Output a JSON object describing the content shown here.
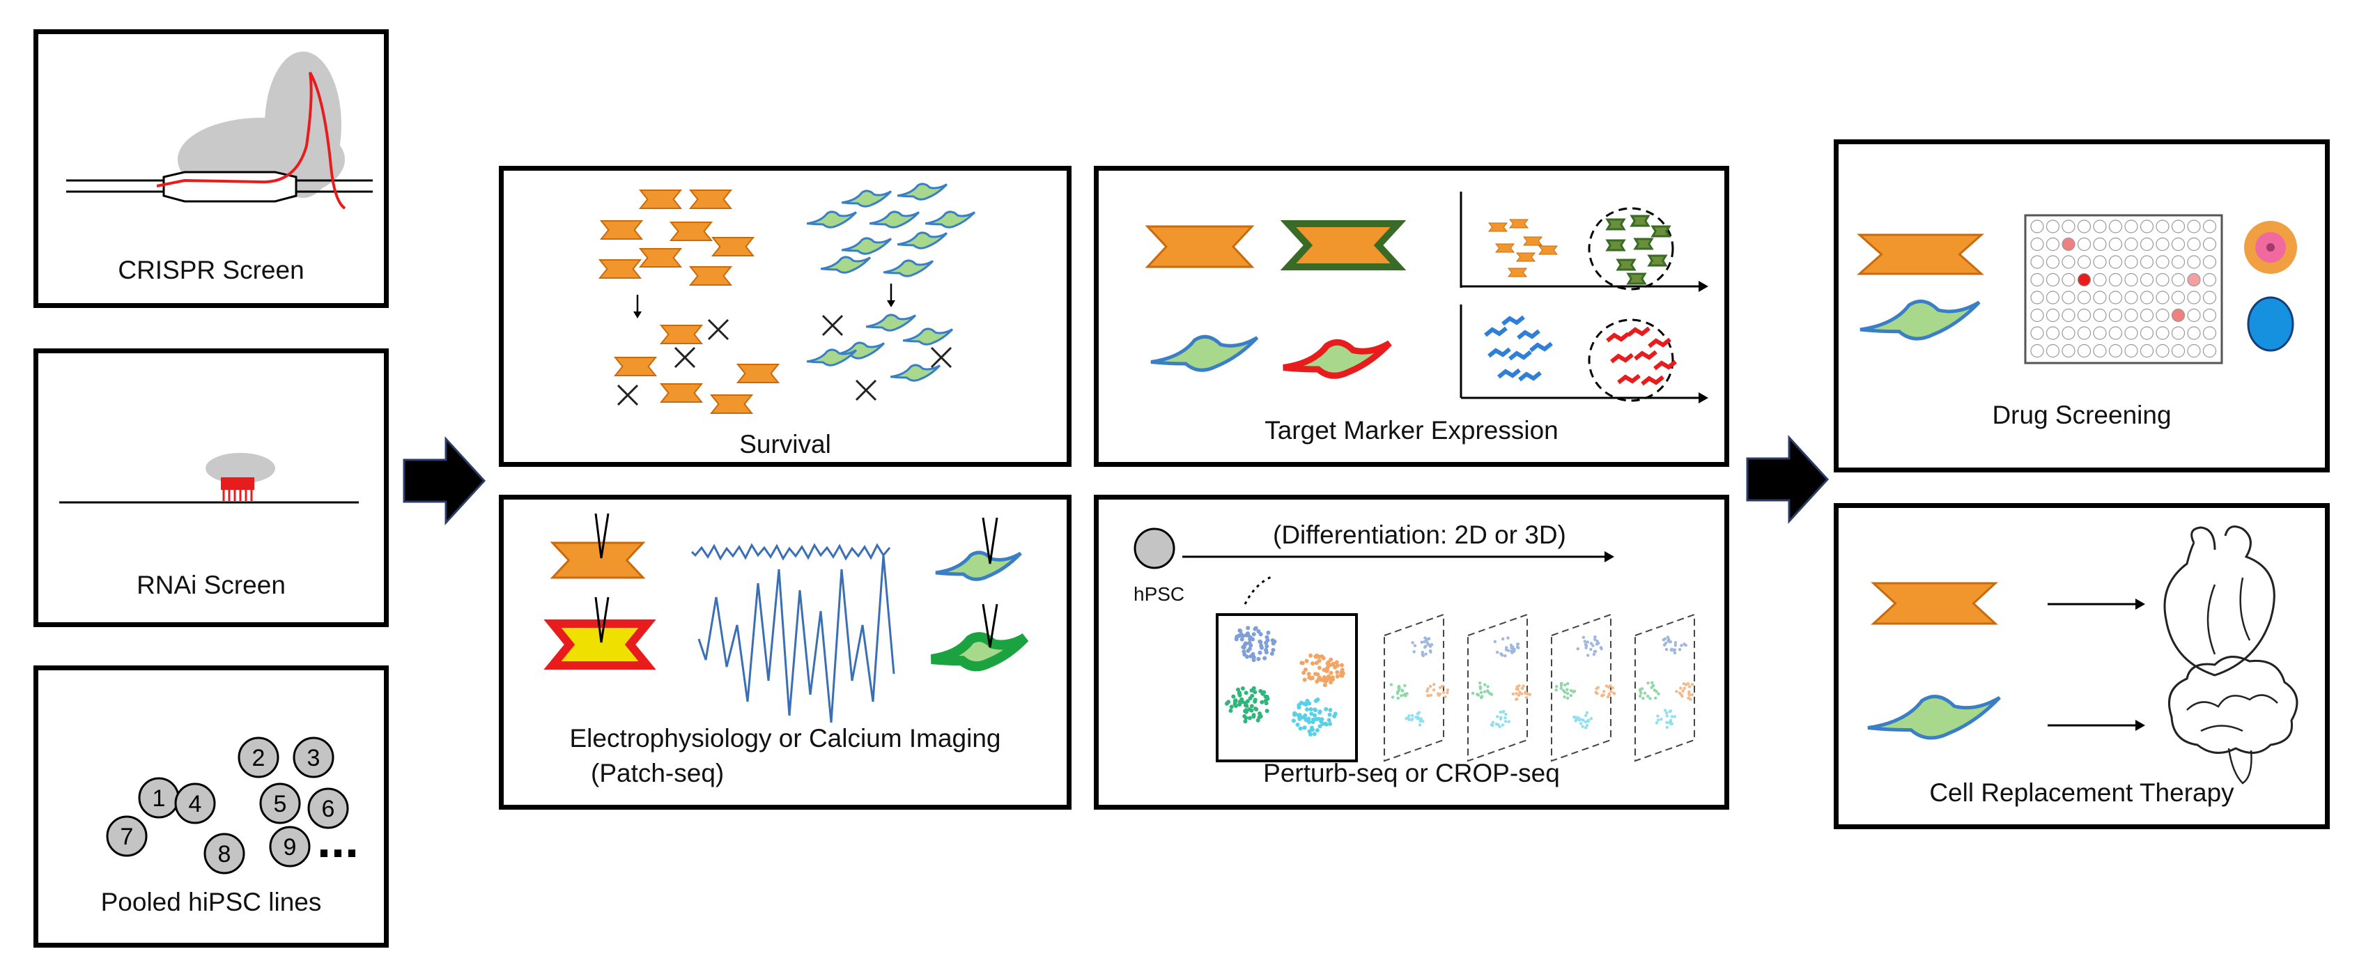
{
  "left_panels": {
    "crispr": "CRISPR Screen",
    "rnai": "RNAi Screen",
    "pooled": "Pooled hiPSC lines",
    "pooled_numbers": [
      "1",
      "2",
      "3",
      "4",
      "5",
      "6",
      "7",
      "8",
      "9"
    ],
    "ellipsis": "..."
  },
  "assays": {
    "survival": "Survival",
    "target_marker": "Target Marker Expression",
    "ephys": "Electrophysiology or Calcium Imaging",
    "patch_seq": "(Patch-seq)",
    "differentiation": "(Differentiation: 2D or 3D)",
    "hpsc": "hPSC",
    "perturb": "Perturb-seq or CROP-seq"
  },
  "applications": {
    "drug": "Drug Screening",
    "cell_replacement": "Cell Replacement Therapy"
  },
  "colors": {
    "orange": "#f0962d",
    "green_cell": "#a8d88c",
    "blue_outline": "#3a7fc6",
    "red": "#e81c1c",
    "dark_green": "#3a6b26"
  }
}
